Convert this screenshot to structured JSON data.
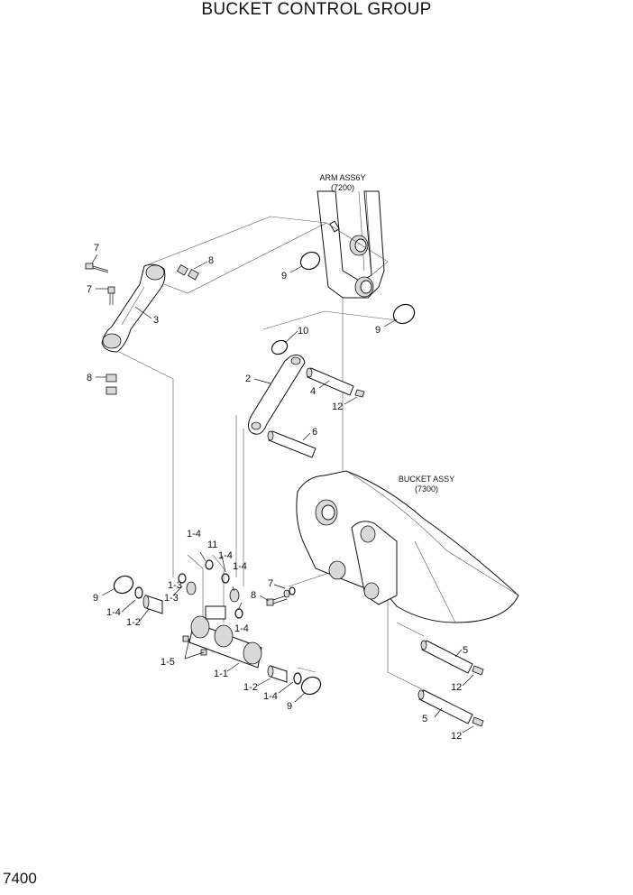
{
  "title": "BUCKET CONTROL GROUP",
  "page_number": "7400",
  "assemblies": {
    "arm": {
      "name": "ARM ASS6Y",
      "ref": "(7200)"
    },
    "bucket": {
      "name": "BUCKET ASSY",
      "ref": "(7300)"
    }
  },
  "callouts": [
    "7",
    "7",
    "8",
    "3",
    "8",
    "9",
    "9",
    "10",
    "2",
    "4",
    "12",
    "6",
    "7",
    "8",
    "1-4",
    "11",
    "1-4",
    "1-3",
    "1-3",
    "1-4",
    "9",
    "1-4",
    "1-2",
    "1-5",
    "1-1",
    "1-2",
    "1-4",
    "9",
    "5",
    "12",
    "5",
    "12",
    "1-4"
  ]
}
